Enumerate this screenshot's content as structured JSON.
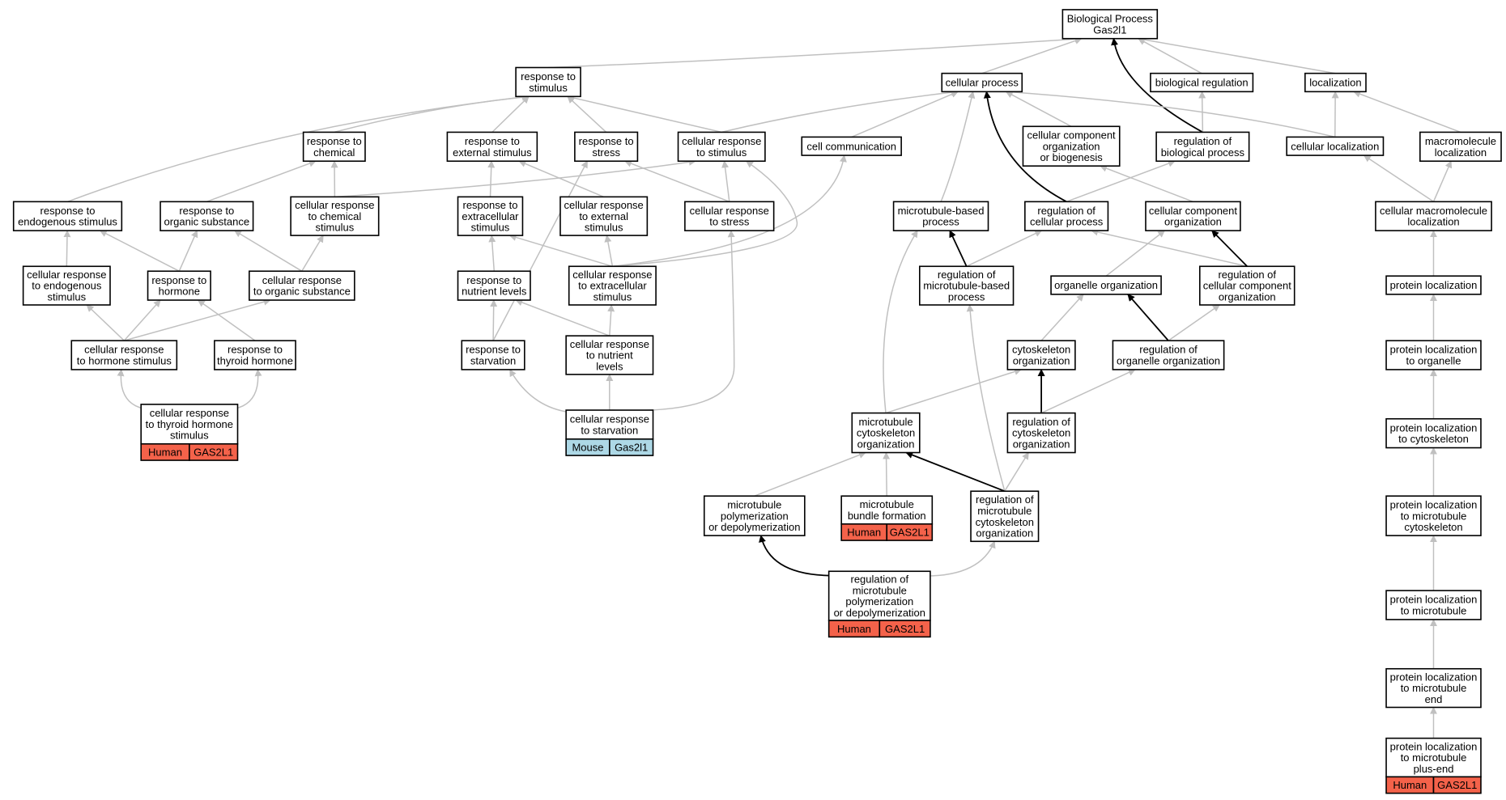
{
  "colors": {
    "human": "#f4624a",
    "mouse": "#add8e6",
    "edge_grey": "#c0c0c0",
    "edge_black": "#000000"
  },
  "nodes": {
    "root": [
      "Biological Process",
      "Gas2l1"
    ],
    "resp_stim": [
      "response to",
      "stimulus"
    ],
    "cell_proc": [
      "cellular process"
    ],
    "bio_reg": [
      "biological regulation"
    ],
    "localization": [
      "localization"
    ],
    "resp_chem": [
      "response to",
      "chemical"
    ],
    "resp_ext": [
      "response to",
      "external stimulus"
    ],
    "resp_stress": [
      "response to",
      "stress"
    ],
    "cell_resp_stim": [
      "cellular response",
      "to stimulus"
    ],
    "cell_comm": [
      "cell communication"
    ],
    "ccob": [
      "cellular component",
      "organization",
      "or biogenesis"
    ],
    "reg_bio": [
      "regulation of",
      "biological process"
    ],
    "cell_loc": [
      "cellular localization"
    ],
    "macro_loc": [
      "macromolecule",
      "localization"
    ],
    "resp_endo": [
      "response to",
      "endogenous stimulus"
    ],
    "resp_org": [
      "response to",
      "organic substance"
    ],
    "cr_chem": [
      "cellular response",
      "to chemical",
      "stimulus"
    ],
    "resp_extra": [
      "response to",
      "extracellular",
      "stimulus"
    ],
    "cr_ext": [
      "cellular response",
      "to external",
      "stimulus"
    ],
    "cr_stress": [
      "cellular response",
      "to stress"
    ],
    "mt_proc": [
      "microtubule-based",
      "process"
    ],
    "reg_cell": [
      "regulation of",
      "cellular process"
    ],
    "cco": [
      "cellular component",
      "organization"
    ],
    "cml": [
      "cellular macromolecule",
      "localization"
    ],
    "cr_endo": [
      "cellular response",
      "to endogenous",
      "stimulus"
    ],
    "resp_horm": [
      "response to",
      "hormone"
    ],
    "cr_org": [
      "cellular response",
      "to organic substance"
    ],
    "resp_nut": [
      "response to",
      "nutrient levels"
    ],
    "cr_extra": [
      "cellular response",
      "to extracellular",
      "stimulus"
    ],
    "reg_mtp": [
      "regulation of",
      "microtubule-based",
      "process"
    ],
    "org_org": [
      "organelle organization"
    ],
    "reg_cco": [
      "regulation of",
      "cellular component",
      "organization"
    ],
    "prot_loc": [
      "protein localization"
    ],
    "cr_horm": [
      "cellular response",
      "to hormone stimulus"
    ],
    "resp_thy": [
      "response to",
      "thyroid hormone"
    ],
    "resp_starv": [
      "response to",
      "starvation"
    ],
    "cr_nut": [
      "cellular response",
      "to nutrient",
      "levels"
    ],
    "cyto_org": [
      "cytoskeleton",
      "organization"
    ],
    "reg_org": [
      "regulation of",
      "organelle organization"
    ],
    "pl_organelle": [
      "protein localization",
      "to organelle"
    ],
    "cr_thy": [
      "cellular response",
      "to thyroid hormone",
      "stimulus"
    ],
    "cr_starv": [
      "cellular response",
      "to starvation"
    ],
    "mt_cyto_org": [
      "microtubule",
      "cytoskeleton",
      "organization"
    ],
    "reg_cyto": [
      "regulation of",
      "cytoskeleton",
      "organization"
    ],
    "pl_cyto": [
      "protein localization",
      "to cytoskeleton"
    ],
    "mt_poly": [
      "microtubule",
      "polymerization",
      "or depolymerization"
    ],
    "mt_bundle": [
      "microtubule",
      "bundle formation"
    ],
    "reg_mtco": [
      "regulation of",
      "microtubule",
      "cytoskeleton",
      "organization"
    ],
    "pl_mtcyto": [
      "protein localization",
      "to microtubule",
      "cytoskeleton"
    ],
    "reg_poly": [
      "regulation of",
      "microtubule",
      "polymerization",
      "or depolymerization"
    ],
    "pl_mt": [
      "protein localization",
      "to microtubule"
    ],
    "pl_mtend": [
      "protein localization",
      "to microtubule",
      "end"
    ],
    "pl_plus": [
      "protein localization",
      "to microtubule",
      "plus-end"
    ]
  },
  "annotations": {
    "cr_thy": {
      "species": "Human",
      "gene": "GAS2L1",
      "color": "human"
    },
    "cr_starv": {
      "species": "Mouse",
      "gene": "Gas2l1",
      "color": "mouse"
    },
    "mt_bundle": {
      "species": "Human",
      "gene": "GAS2L1",
      "color": "human"
    },
    "reg_poly": {
      "species": "Human",
      "gene": "GAS2L1",
      "color": "human"
    },
    "pl_plus": {
      "species": "Human",
      "gene": "GAS2L1",
      "color": "human"
    }
  },
  "edges": [
    {
      "from": "resp_stim",
      "to": "root",
      "style": "grey"
    },
    {
      "from": "cell_proc",
      "to": "root",
      "style": "grey"
    },
    {
      "from": "bio_reg",
      "to": "root",
      "style": "grey"
    },
    {
      "from": "localization",
      "to": "root",
      "style": "grey"
    },
    {
      "from": "reg_bio",
      "to": "root",
      "style": "black"
    },
    {
      "from": "resp_chem",
      "to": "resp_stim",
      "style": "grey"
    },
    {
      "from": "resp_ext",
      "to": "resp_stim",
      "style": "grey"
    },
    {
      "from": "resp_stress",
      "to": "resp_stim",
      "style": "grey"
    },
    {
      "from": "cell_resp_stim",
      "to": "resp_stim",
      "style": "grey"
    },
    {
      "from": "resp_endo",
      "to": "resp_stim",
      "style": "grey"
    },
    {
      "from": "cell_resp_stim",
      "to": "cell_proc",
      "style": "grey"
    },
    {
      "from": "cell_comm",
      "to": "cell_proc",
      "style": "grey"
    },
    {
      "from": "ccob",
      "to": "cell_proc",
      "style": "grey"
    },
    {
      "from": "cell_loc",
      "to": "cell_proc",
      "style": "grey"
    },
    {
      "from": "mt_proc",
      "to": "cell_proc",
      "style": "grey"
    },
    {
      "from": "reg_cell",
      "to": "cell_proc",
      "style": "black"
    },
    {
      "from": "reg_bio",
      "to": "bio_reg",
      "style": "grey"
    },
    {
      "from": "cell_loc",
      "to": "localization",
      "style": "grey"
    },
    {
      "from": "macro_loc",
      "to": "localization",
      "style": "grey"
    },
    {
      "from": "resp_org",
      "to": "resp_chem",
      "style": "grey"
    },
    {
      "from": "cr_chem",
      "to": "resp_chem",
      "style": "grey"
    },
    {
      "from": "cr_chem",
      "to": "cell_resp_stim",
      "style": "grey"
    },
    {
      "from": "resp_extra",
      "to": "resp_ext",
      "style": "grey"
    },
    {
      "from": "cr_ext",
      "to": "resp_ext",
      "style": "grey"
    },
    {
      "from": "cr_stress",
      "to": "resp_stress",
      "style": "grey"
    },
    {
      "from": "resp_starv",
      "to": "resp_stress",
      "style": "grey"
    },
    {
      "from": "cr_stress",
      "to": "cell_resp_stim",
      "style": "grey"
    },
    {
      "from": "cr_extra",
      "to": "cell_resp_stim",
      "style": "grey"
    },
    {
      "from": "cr_extra",
      "to": "cell_comm",
      "style": "grey"
    },
    {
      "from": "ccob",
      "to": "cco",
      "style": "none"
    },
    {
      "from": "cco",
      "to": "ccob",
      "style": "grey"
    },
    {
      "from": "reg_cell",
      "to": "reg_bio",
      "style": "grey"
    },
    {
      "from": "cml",
      "to": "cell_loc",
      "style": "grey"
    },
    {
      "from": "cml",
      "to": "macro_loc",
      "style": "grey"
    },
    {
      "from": "cr_endo",
      "to": "resp_endo",
      "style": "grey"
    },
    {
      "from": "resp_horm",
      "to": "resp_endo",
      "style": "grey"
    },
    {
      "from": "resp_horm",
      "to": "resp_org",
      "style": "grey"
    },
    {
      "from": "cr_org",
      "to": "resp_org",
      "style": "grey"
    },
    {
      "from": "cr_org",
      "to": "cr_chem",
      "style": "grey"
    },
    {
      "from": "resp_nut",
      "to": "resp_extra",
      "style": "grey"
    },
    {
      "from": "cr_extra",
      "to": "resp_extra",
      "style": "grey"
    },
    {
      "from": "cr_extra",
      "to": "cr_ext",
      "style": "grey"
    },
    {
      "from": "cr_starv",
      "to": "cr_stress",
      "style": "grey"
    },
    {
      "from": "mt_cyto_org",
      "to": "mt_proc",
      "style": "grey"
    },
    {
      "from": "reg_mtp",
      "to": "mt_proc",
      "style": "black"
    },
    {
      "from": "reg_mtp",
      "to": "reg_cell",
      "style": "grey"
    },
    {
      "from": "reg_cco",
      "to": "reg_cell",
      "style": "grey"
    },
    {
      "from": "org_org",
      "to": "cco",
      "style": "grey"
    },
    {
      "from": "reg_cco",
      "to": "cco",
      "style": "black"
    },
    {
      "from": "prot_loc",
      "to": "cml",
      "style": "grey"
    },
    {
      "from": "cr_horm",
      "to": "cr_endo",
      "style": "grey"
    },
    {
      "from": "cr_horm",
      "to": "resp_horm",
      "style": "grey"
    },
    {
      "from": "resp_thy",
      "to": "resp_horm",
      "style": "grey"
    },
    {
      "from": "cr_horm",
      "to": "cr_org",
      "style": "grey"
    },
    {
      "from": "resp_starv",
      "to": "resp_nut",
      "style": "grey"
    },
    {
      "from": "cr_nut",
      "to": "resp_nut",
      "style": "grey"
    },
    {
      "from": "cr_nut",
      "to": "cr_extra",
      "style": "grey"
    },
    {
      "from": "reg_mtco",
      "to": "reg_mtp",
      "style": "grey"
    },
    {
      "from": "cyto_org",
      "to": "org_org",
      "style": "grey"
    },
    {
      "from": "reg_org",
      "to": "org_org",
      "style": "black"
    },
    {
      "from": "reg_org",
      "to": "reg_cco",
      "style": "grey"
    },
    {
      "from": "pl_organelle",
      "to": "prot_loc",
      "style": "grey"
    },
    {
      "from": "cr_thy",
      "to": "cr_horm",
      "style": "grey"
    },
    {
      "from": "cr_thy",
      "to": "resp_thy",
      "style": "grey"
    },
    {
      "from": "cr_starv",
      "to": "resp_starv",
      "style": "grey"
    },
    {
      "from": "cr_starv",
      "to": "cr_nut",
      "style": "grey"
    },
    {
      "from": "mt_cyto_org",
      "to": "cyto_org",
      "style": "grey"
    },
    {
      "from": "reg_cyto",
      "to": "cyto_org",
      "style": "black"
    },
    {
      "from": "reg_cyto",
      "to": "reg_org",
      "style": "grey"
    },
    {
      "from": "pl_cyto",
      "to": "pl_organelle",
      "style": "grey"
    },
    {
      "from": "mt_poly",
      "to": "mt_cyto_org",
      "style": "grey"
    },
    {
      "from": "mt_bundle",
      "to": "mt_cyto_org",
      "style": "grey"
    },
    {
      "from": "reg_mtco",
      "to": "mt_cyto_org",
      "style": "black"
    },
    {
      "from": "reg_mtco",
      "to": "reg_cyto",
      "style": "grey"
    },
    {
      "from": "pl_mtcyto",
      "to": "pl_cyto",
      "style": "grey"
    },
    {
      "from": "reg_poly",
      "to": "mt_poly",
      "style": "black"
    },
    {
      "from": "reg_poly",
      "to": "reg_mtco",
      "style": "grey"
    },
    {
      "from": "pl_mt",
      "to": "pl_mtcyto",
      "style": "grey"
    },
    {
      "from": "pl_mtend",
      "to": "pl_mt",
      "style": "grey"
    },
    {
      "from": "pl_plus",
      "to": "pl_mtend",
      "style": "grey"
    }
  ]
}
